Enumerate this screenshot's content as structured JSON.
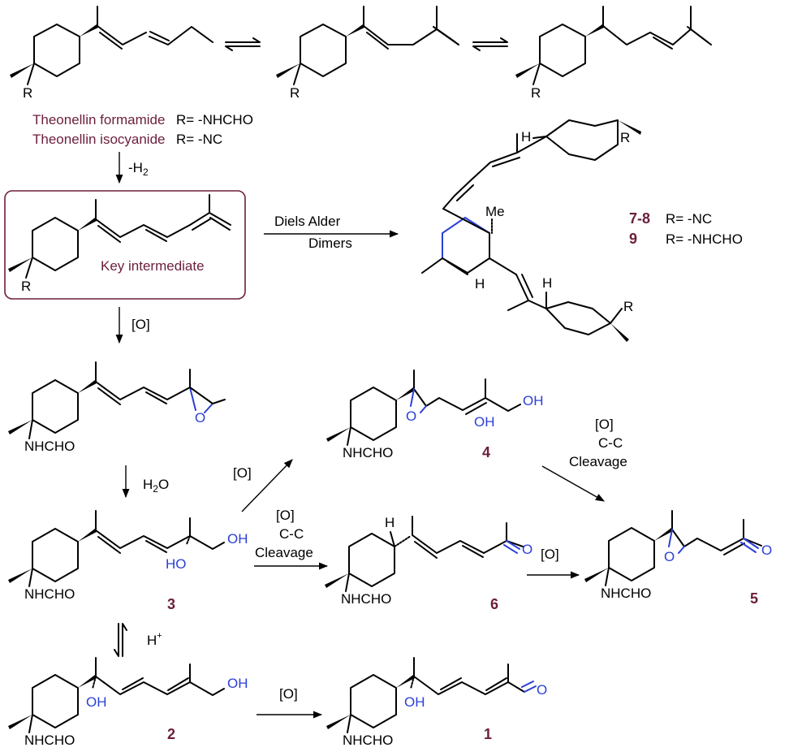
{
  "header": {
    "name_formamide": "Theonellin formamide",
    "formamide_r": "R= -NHCHO",
    "name_isocyanide": "Theonellin isocyanide",
    "isocyanide_r": "R= -NC"
  },
  "steps": {
    "dehydrogenation": "-H",
    "dehydrogenation_sub": "2",
    "diels_alder": "Diels Alder",
    "dimers": "Dimers",
    "oxidation": "[O]",
    "hydration": "H",
    "hydration_sub": "2",
    "hydration_o": "O",
    "cc_line1": "[O]",
    "cc_line2": "C-C",
    "cc_line3": "Cleavage",
    "acid": "H",
    "acid_sup": "+"
  },
  "key_intermediate": "Key intermediate",
  "dimer_legend": {
    "num_a": "7-8",
    "r_a": "R= -NC",
    "num_b": "9",
    "r_b": "R= -NHCHO"
  },
  "atoms": {
    "R": "R",
    "H": "H",
    "Me": "Me",
    "O": "O",
    "OH": "OH",
    "HO": "HO",
    "NHCHO": "NHCHO"
  },
  "compounds": {
    "c1": "1",
    "c2": "2",
    "c3": "3",
    "c4": "4",
    "c5": "5",
    "c6": "6"
  },
  "colors": {
    "compound_label": "#6b1e3c",
    "highlight": "#2b3fd6",
    "ink": "#000000"
  }
}
